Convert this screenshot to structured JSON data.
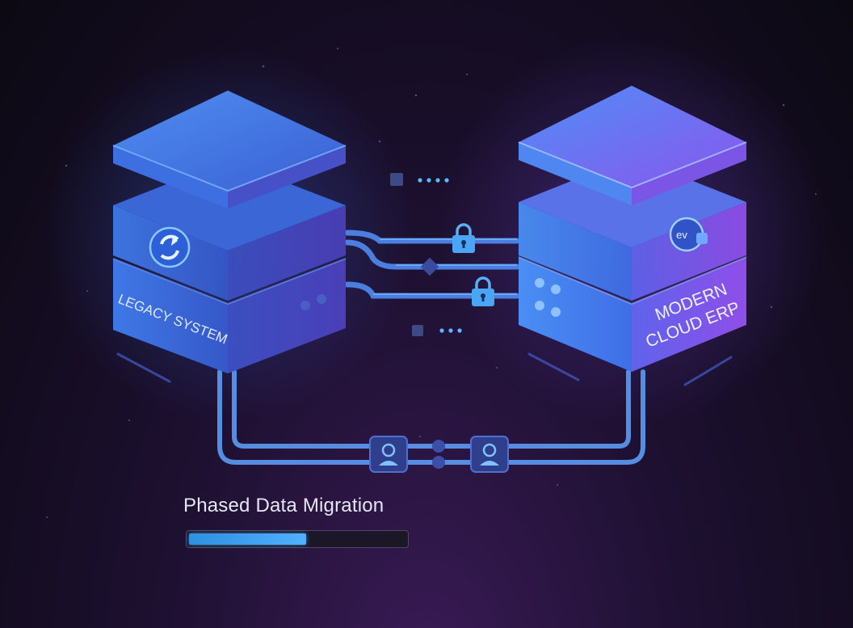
{
  "legacy_system": {
    "label": "LEGACY SYSTEM",
    "icon": "legacy-sync-icon"
  },
  "modern_erp": {
    "label_line1": "MODERN",
    "label_line2": "CLOUD ERP",
    "icon": "cloud-badge-icon"
  },
  "connections": {
    "locks": [
      "lock-icon",
      "lock-icon"
    ],
    "gateways": [
      "user-node-icon",
      "user-node-icon"
    ]
  },
  "migration": {
    "title": "Phased Data Migration",
    "progress_fraction": 0.54
  },
  "colors": {
    "legacy_top": "#4f7ee8",
    "legacy_side": "#2d4fb8",
    "erp_top": "#7c5cf0",
    "erp_side": "#3e6fe4",
    "accent_blue": "#4fb1ff",
    "pipe": "#5fa3ff"
  }
}
